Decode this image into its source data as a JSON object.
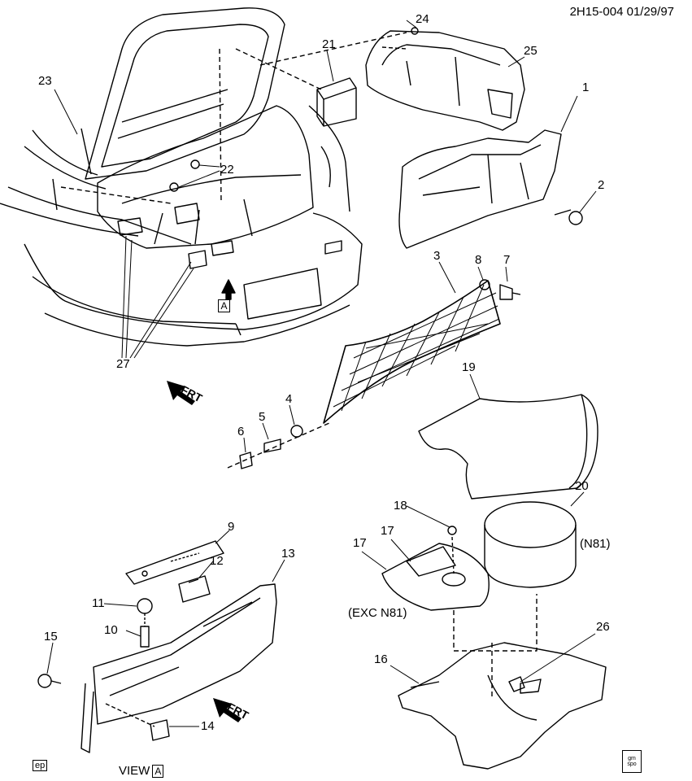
{
  "doc_id": "2H15-004  01/29/97",
  "callouts": [
    {
      "id": "c1",
      "text": "1"
    },
    {
      "id": "c2",
      "text": "2"
    },
    {
      "id": "c3",
      "text": "3"
    },
    {
      "id": "c4",
      "text": "4"
    },
    {
      "id": "c5",
      "text": "5"
    },
    {
      "id": "c6",
      "text": "6"
    },
    {
      "id": "c7",
      "text": "7"
    },
    {
      "id": "c8",
      "text": "8"
    },
    {
      "id": "c9",
      "text": "9"
    },
    {
      "id": "c10",
      "text": "10"
    },
    {
      "id": "c11",
      "text": "11"
    },
    {
      "id": "c12",
      "text": "12"
    },
    {
      "id": "c13",
      "text": "13"
    },
    {
      "id": "c14",
      "text": "14"
    },
    {
      "id": "c15",
      "text": "15"
    },
    {
      "id": "c16",
      "text": "16"
    },
    {
      "id": "c17a",
      "text": "17"
    },
    {
      "id": "c17b",
      "text": "17"
    },
    {
      "id": "c18",
      "text": "18"
    },
    {
      "id": "c19",
      "text": "19"
    },
    {
      "id": "c20",
      "text": "20"
    },
    {
      "id": "c21",
      "text": "21"
    },
    {
      "id": "c22",
      "text": "22"
    },
    {
      "id": "c23",
      "text": "23"
    },
    {
      "id": "c24",
      "text": "24"
    },
    {
      "id": "c25",
      "text": "25"
    },
    {
      "id": "c26",
      "text": "26"
    },
    {
      "id": "c27",
      "text": "27"
    }
  ],
  "notes": {
    "n81": "(N81)",
    "exc_n81": "(EXC N81)",
    "frt": "FRT",
    "view_label": "VIEW",
    "view_letter": "A",
    "detail_marker": "A",
    "ep": "ep",
    "gm": "gm",
    "spo": "spo"
  }
}
